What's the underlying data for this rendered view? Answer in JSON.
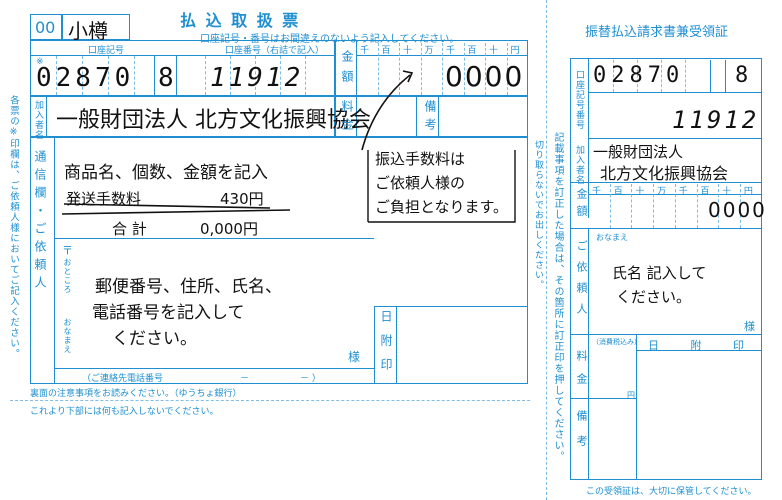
{
  "main_form": {
    "title": "払 込 取 扱 票",
    "bank_code": "00",
    "bank_name": "小樽",
    "notice": "口座記号・番号はお間違えのないよう記入してください。",
    "account_symbol_label": "口座記号",
    "account_number_label": "口座番号（右詰で記入）",
    "account_symbol_value": "02870",
    "account_symbol_suffix": "8",
    "account_number_value": "11912",
    "amount_label": "金額",
    "amount_units": [
      "千",
      "百",
      "十",
      "万",
      "千",
      "百",
      "十",
      "円"
    ],
    "amount_value": "0000",
    "recipient_label": "加入者名",
    "recipient_name": "一般財団法人 北方文化振興協会",
    "fee_label": "料金",
    "remarks_label": "備考",
    "comm_label": "通信欄・ご依頼人",
    "comm_line1": "商品名、個数、金額を記入",
    "comm_line2_left": "発送手数料",
    "comm_line2_right": "430円",
    "comm_total_label": "合 計",
    "comm_total_value": "0,000円",
    "postal_mark": "〒",
    "address_label": "おところ",
    "name_label": "おなまえ",
    "instr_line1": "郵便番号、住所、氏名、",
    "instr_line2": "電話番号を記入して",
    "instr_line3": "ください。",
    "honorific": "様",
    "phone_label": "（ご連絡先電話番号",
    "phone_dash": "－",
    "phone_close": "－ ）",
    "date_stamp": "日附印",
    "fee_note_line1": "振込手数料は",
    "fee_note_line2": "ご依頼人様の",
    "fee_note_line3": "ご負担となります。",
    "footer1": "裏面の注意事項をお読みください。（ゆうちょ銀行）",
    "footer2": "これより下部には何も記入しないでください。",
    "left_margin_text": "各票の※印欄は、ご依頼人様においてご記入ください。",
    "asterisk": "※"
  },
  "tear_line_text": "切り取らないでお出しください。",
  "receipt": {
    "title": "振替払込請求書兼受領証",
    "account_symbol_label": "口座記号番号",
    "account_symbol_value": "02870",
    "account_symbol_suffix": "8",
    "account_number_value": "11912",
    "recipient_label": "加入者名",
    "recipient_line1": "一般財団法人",
    "recipient_line2": "北方文化振興協会",
    "amount_label": "金額",
    "amount_units": [
      "千",
      "百",
      "十",
      "万",
      "千",
      "百",
      "十",
      "円"
    ],
    "amount_value": "0000",
    "requester_label": "ご依頼人",
    "name_label": "おなまえ",
    "requester_note_line1": "氏名 記入して",
    "requester_note_line2": "ください。",
    "honorific": "様",
    "fee_label": "料金",
    "fee_tax_note": "（消費税込み）",
    "fee_unit": "円",
    "remarks_label": "備考",
    "date_stamp": "日 附 印",
    "side_note": "記載事項を訂正した場合は、その箇所に訂正印を押してください。",
    "footer": "この受領証は、大切に保管してください。"
  }
}
